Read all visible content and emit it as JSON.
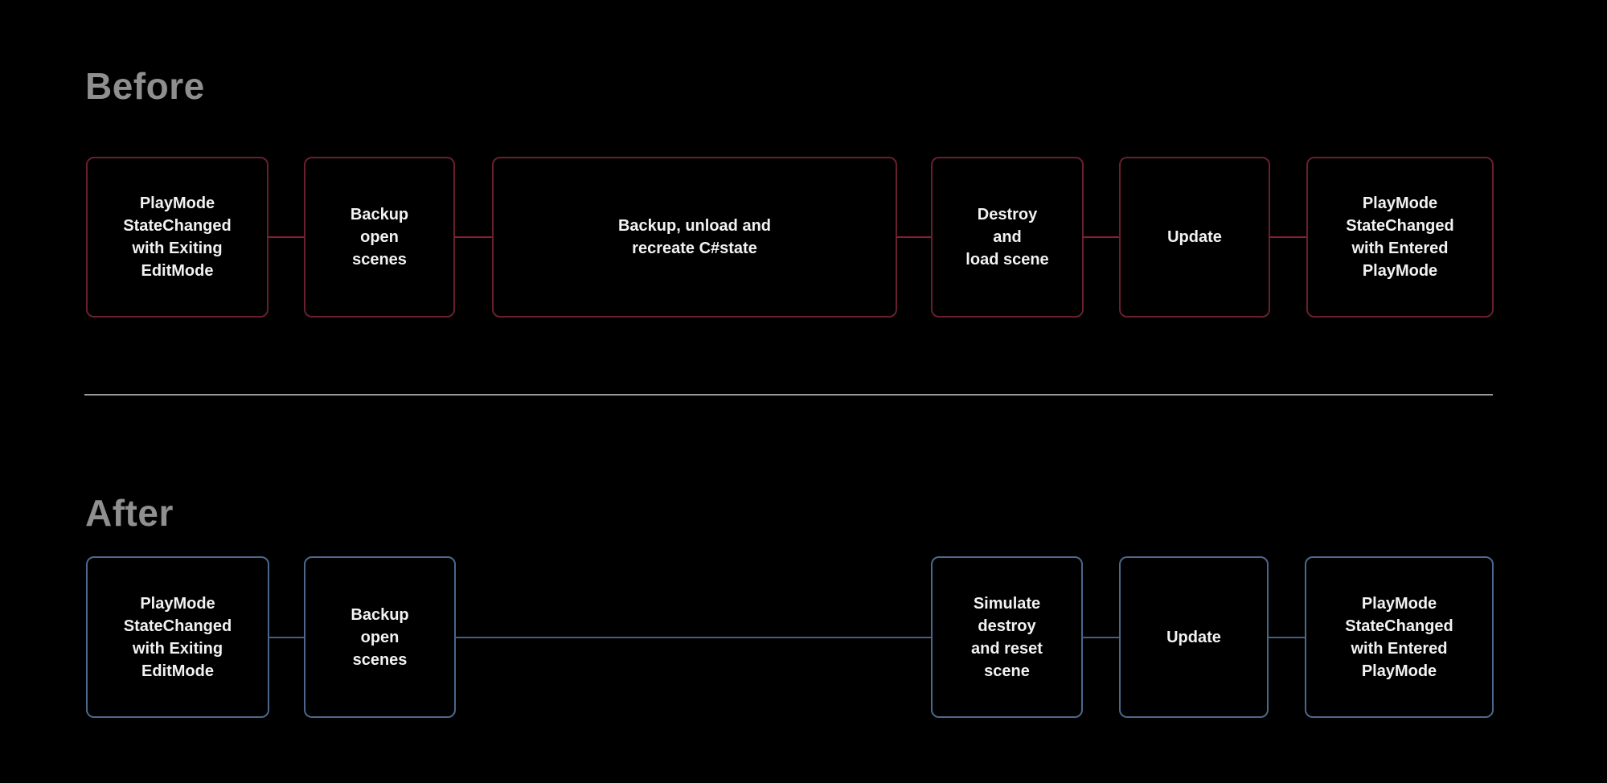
{
  "colors": {
    "background": "#000000",
    "before_box_border": "#68202e",
    "before_connector": "#8a2031",
    "after_box_border": "#4c688c",
    "after_connector": "#45607f",
    "heading_text": "#8f8f8f",
    "divider": "#9a9a9a",
    "box_text": "#f2f2f2"
  },
  "before": {
    "heading": "Before",
    "steps": [
      {
        "label": "PlayMode\nStateChanged\nwith Exiting\nEditMode"
      },
      {
        "label": "Backup\nopen\nscenes"
      },
      {
        "label": "Backup, unload and\nrecreate C#state"
      },
      {
        "label": "Destroy\nand\nload scene"
      },
      {
        "label": "Update"
      },
      {
        "label": "PlayMode\nStateChanged\nwith Entered\nPlayMode"
      }
    ]
  },
  "after": {
    "heading": "After",
    "steps": [
      {
        "label": "PlayMode\nStateChanged\nwith Exiting\nEditMode"
      },
      {
        "label": "Backup\nopen\nscenes"
      },
      {
        "label": "Simulate\ndestroy\nand reset\nscene"
      },
      {
        "label": "Update"
      },
      {
        "label": "PlayMode\nStateChanged\nwith Entered\nPlayMode"
      }
    ]
  }
}
